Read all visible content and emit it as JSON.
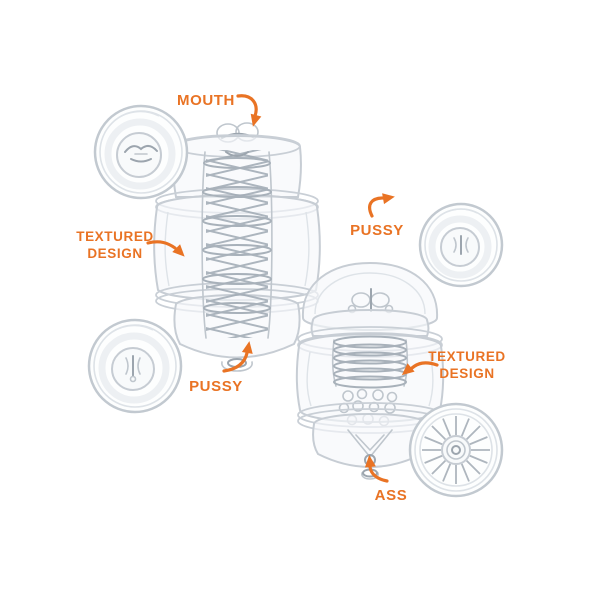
{
  "accent_color": "#E97324",
  "background_color": "#FFFFFF",
  "callouts": {
    "mouth": "MOUTH",
    "textured_left": {
      "line1": "TEXTURED",
      "line2": "DESIGN"
    },
    "pussy_right": "PUSSY",
    "pussy_left": "PUSSY",
    "textured_right": {
      "line1": "TEXTURED",
      "line2": "DESIGN"
    },
    "ass": "ASS"
  }
}
